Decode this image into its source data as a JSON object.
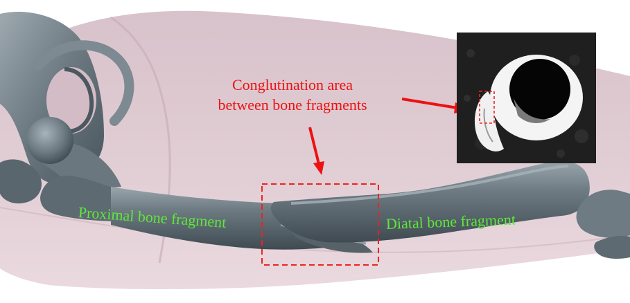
{
  "annotation": {
    "line1": "Conglutination area",
    "line2": "between bone fragments"
  },
  "labels": {
    "proximal": "Proximal bone fragment",
    "distal": "Diatal bone fragment"
  },
  "colors": {
    "annotation": "#ee1111",
    "fragment_labels": "#5ee83a",
    "bone": "#5f6c74",
    "soft_tissue": "#d9c3cb",
    "ct_background": "#1f1f1f"
  }
}
